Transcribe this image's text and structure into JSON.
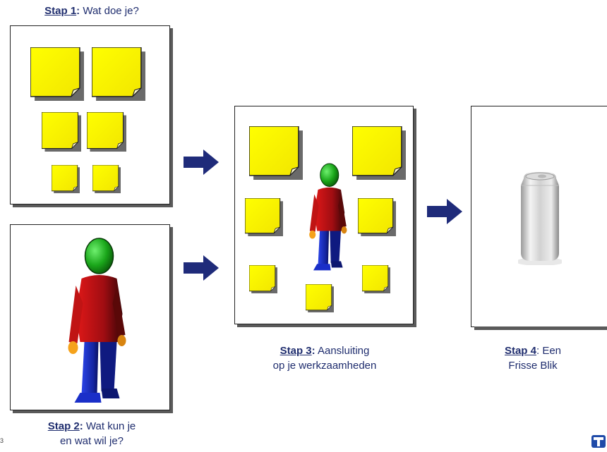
{
  "steps": [
    {
      "step": "Stap 1",
      "text": " Wat doe je?"
    },
    {
      "step": "Stap 2",
      "text": " Wat kun je",
      "text2": "en wat wil je?"
    },
    {
      "step": "Stap 3",
      "text": " Aansluiting",
      "text2": "op je werkzaamheden"
    },
    {
      "step": "Stap 4",
      "text": " Een",
      "text2": "Frisse Blik"
    }
  ],
  "slide_number": "3",
  "colors": {
    "text": "#1f2d6e",
    "arrow": "#1f2b7a",
    "note": "#ffff00",
    "head": "#22b222",
    "body": "#c8141a",
    "legs": "#1a2fc8",
    "hands": "#f5a21b"
  },
  "icons": [
    "sticky-note-icon",
    "person-icon",
    "arrow-right-icon",
    "soda-can-icon",
    "company-logo-icon"
  ]
}
